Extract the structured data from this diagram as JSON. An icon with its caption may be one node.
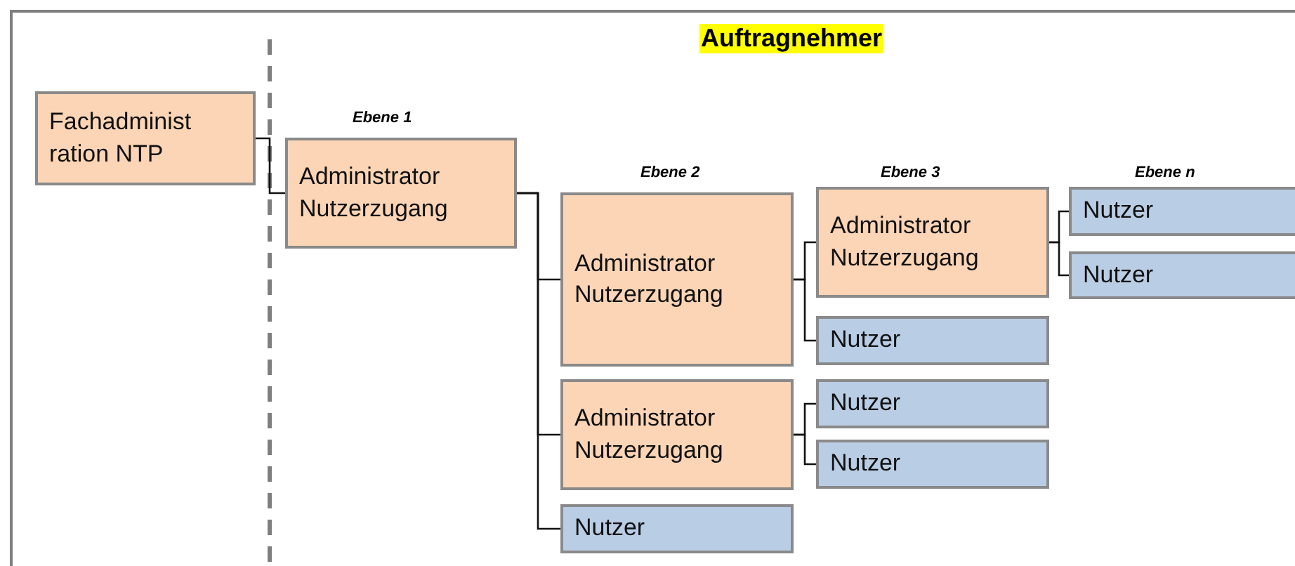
{
  "diagram": {
    "nodes": [
      {
        "text": [
          "Fachadminist ration NTP"
        ]
      },
      {
        "text": [
          "Administrator Nutzerzugang"
        ]
      },
      {
        "text": [
          "Administrator Nutzerzugang"
        ]
      },
      {
        "text": [
          "Administrator Nutzerzugang"
        ]
      },
      {
        "text": [
          "Nutzer"
        ]
      },
      {
        "text": [
          "Nutzer"
        ]
      },
      {
        "text": [
          "Nutzer"
        ]
      },
      {
        "text": [
          "Administrator Nutzerzugang"
        ]
      },
      {
        "text": [
          "Nutzer"
        ]
      },
      {
        "text": [
          "Nutzer"
        ]
      },
      {
        "text": [
          "Nutzer"
        ]
      }
    ],
    "edges": [
      {
        "from": 0,
        "to": 1,
        "arrow": "none"
      },
      {
        "from": 1,
        "to": 2,
        "arrow": "none"
      },
      {
        "from": 1,
        "to": 7,
        "arrow": "none"
      },
      {
        "from": 1,
        "to": 10,
        "arrow": "none"
      },
      {
        "from": 2,
        "to": 3,
        "arrow": "none"
      },
      {
        "from": 2,
        "to": 6,
        "arrow": "none"
      },
      {
        "from": 3,
        "to": 4,
        "arrow": "none"
      },
      {
        "from": 3,
        "to": 5,
        "arrow": "none"
      },
      {
        "from": 7,
        "to": 8,
        "arrow": "none"
      },
      {
        "from": 7,
        "to": 9,
        "arrow": "none"
      }
    ],
    "labels": [
      "Auftragnehmer",
      "Ebene 1",
      "Ebene 2",
      "Ebene 3",
      "Ebene n"
    ]
  }
}
